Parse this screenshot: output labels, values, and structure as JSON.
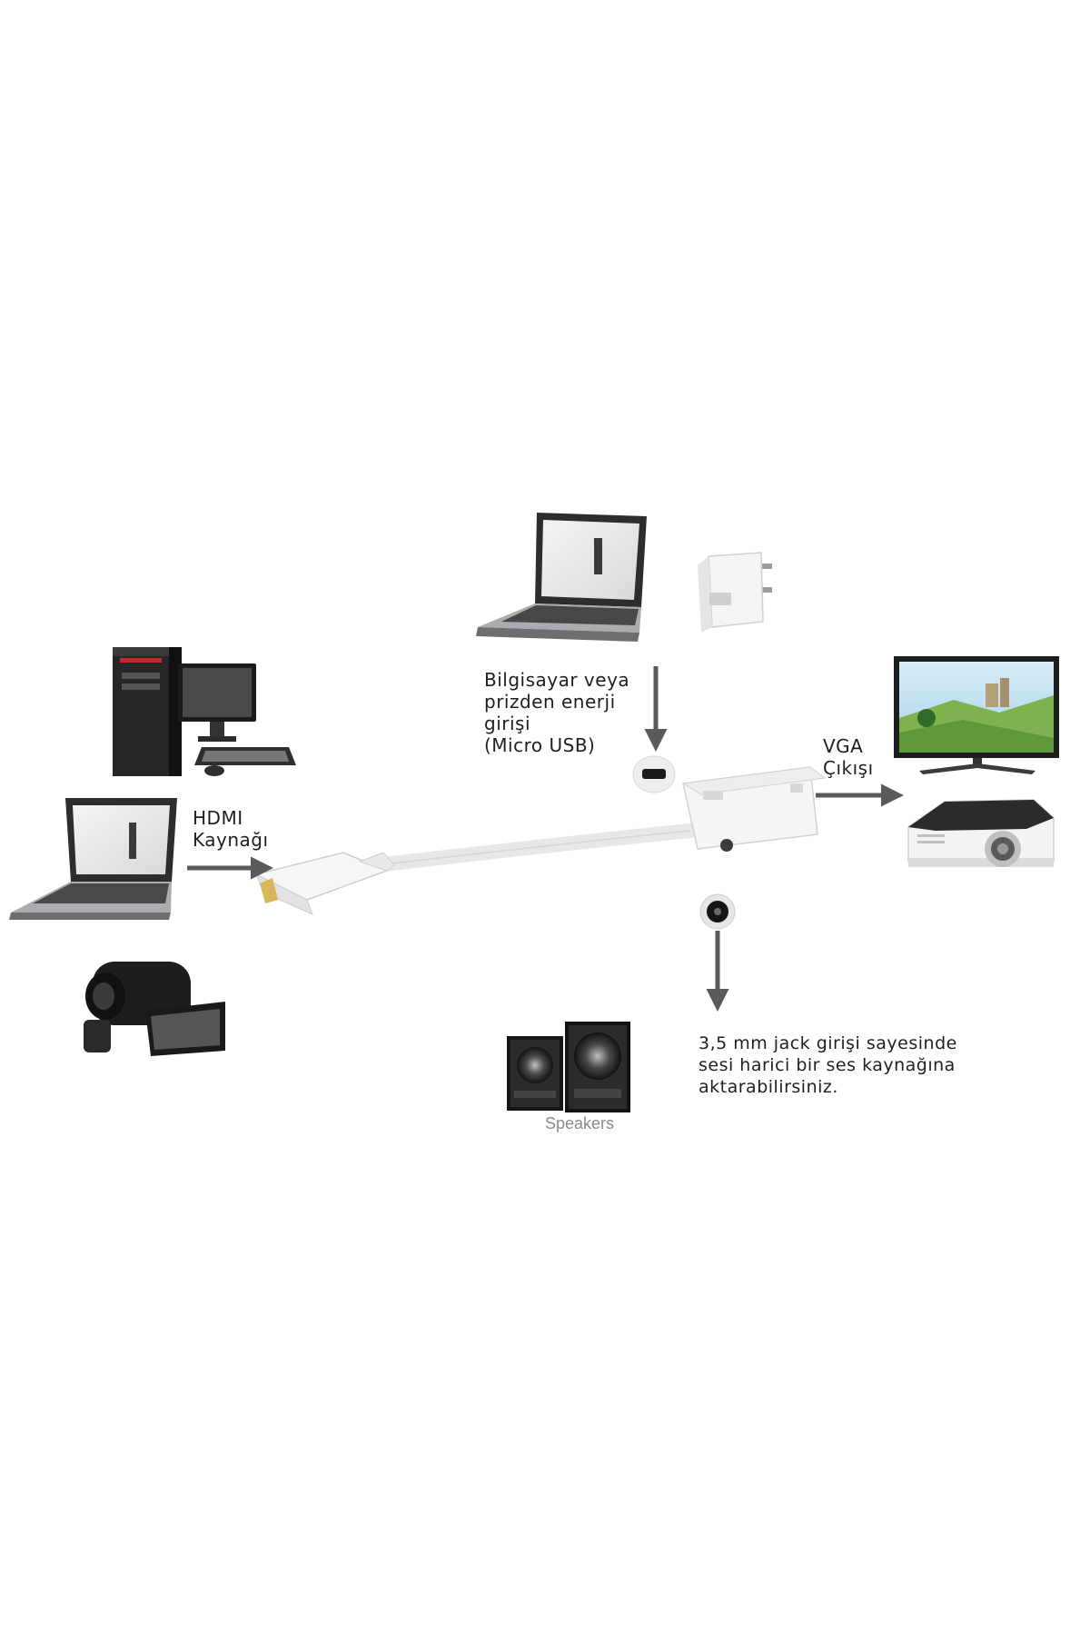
{
  "labels": {
    "hdmi_source": [
      "HDMI",
      "Kaynağı"
    ],
    "power_input": [
      "Bilgisayar veya",
      "prizden enerji",
      "girişi",
      "(Micro USB)"
    ],
    "vga_output": [
      "VGA",
      "Çıkışı"
    ],
    "audio_jack": [
      "3,5 mm jack girişi sayesinde",
      "sesi harici bir ses kaynağına",
      "aktarabilirsiniz."
    ],
    "speakers": "Speakers"
  },
  "colors": {
    "arrow": "#5a5a5a",
    "text": "#1f1f1f",
    "device_dark": "#2b2b2b",
    "device_silver": "#c9ccd0",
    "adapter": "#f2f2f2"
  },
  "icons": [
    "desktop-computer-icon",
    "laptop-icon",
    "camcorder-icon",
    "usb-charger-icon",
    "tv-monitor-icon",
    "projector-icon",
    "speakers-icon",
    "hdmi-adapter-icon"
  ]
}
